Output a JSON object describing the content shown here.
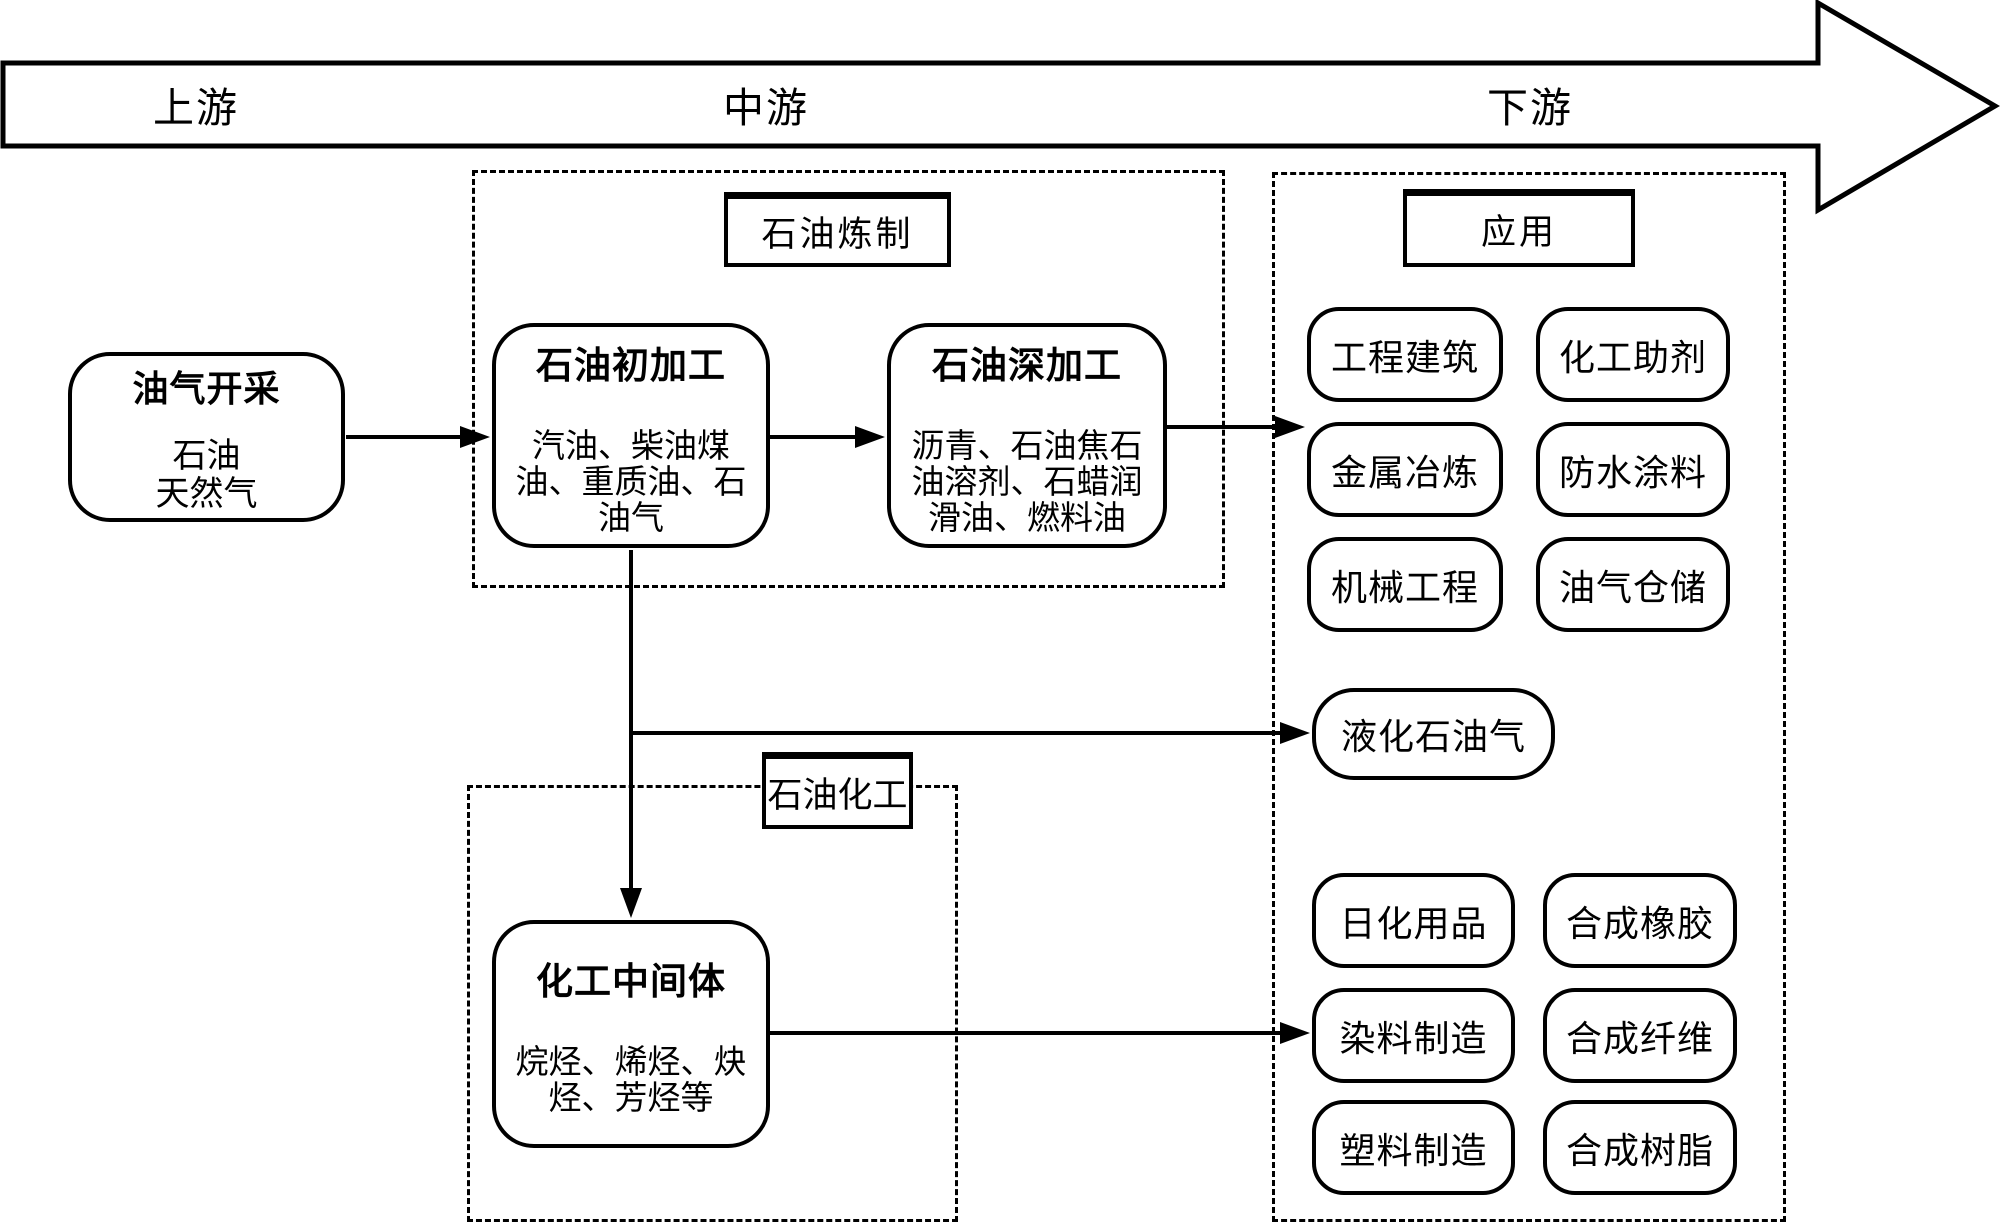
{
  "banner": {
    "upstream": "上游",
    "midstream": "中游",
    "downstream": "下游"
  },
  "sections": {
    "refining": {
      "label": "石油炼制"
    },
    "petrochemical": {
      "label": "石油化工"
    },
    "application": {
      "label": "应用"
    }
  },
  "nodes": {
    "extraction": {
      "title": "油气开采",
      "lines": [
        "石油",
        "天然气"
      ]
    },
    "primary_processing": {
      "title": "石油初加工",
      "lines": [
        "汽油、柴油煤",
        "油、重质油、石",
        "油气"
      ]
    },
    "deep_processing": {
      "title": "石油深加工",
      "lines": [
        "沥青、石油焦石",
        "油溶剂、石蜡润",
        "滑油、燃料油"
      ]
    },
    "intermediates": {
      "title": "化工中间体",
      "lines": [
        "烷烃、烯烃、炔",
        "烃、芳烃等"
      ]
    },
    "lpg": {
      "label": "液化石油气"
    }
  },
  "applications": {
    "refining_products": [
      "工程建筑",
      "化工助剂",
      "金属冶炼",
      "防水涂料",
      "机械工程",
      "油气仓储"
    ],
    "petrochemical_products": [
      "日化用品",
      "合成橡胶",
      "染料制造",
      "合成纤维",
      "塑料制造",
      "合成树脂"
    ]
  },
  "colors": {
    "ink": "#000000",
    "paper": "#ffffff"
  }
}
